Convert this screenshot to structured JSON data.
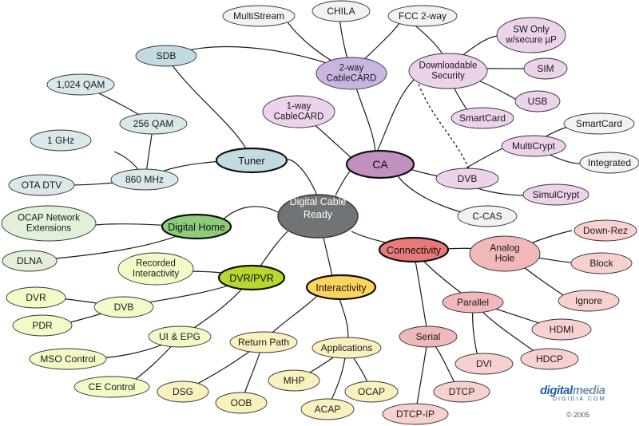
{
  "center": "Digital Cable Ready",
  "hubs": {
    "tuner": "Tuner",
    "ca": "CA",
    "digital_home": "Digital Home",
    "dvr_pvr": "DVR/PVR",
    "interactivity": "Interactivity",
    "connectivity": "Connectivity"
  },
  "nodes": {
    "multistream": "MultiStream",
    "chila": "CHILA",
    "fcc_2way": "FCC 2-way",
    "sw_only": "SW Only w/secure µP",
    "sdb": "SDB",
    "two_way_cablecard": "2-way CableCARD",
    "downloadable_security": "Downloadable Security",
    "sim": "SIM",
    "qam_1024": "1,024 QAM",
    "usb": "USB",
    "one_way_cablecard": "1-way CableCARD",
    "smartcard_top": "SmartCard",
    "qam_256": "256 QAM",
    "smartcard_right": "SmartCard",
    "ghz_1": "1 GHz",
    "multicrypt": "MultiCrypt",
    "integrated": "Integrated",
    "mhz_860": "860 MHz",
    "ota_dtv": "OTA DTV",
    "dvb_ca": "DVB",
    "simulcrypt": "SimulCrypt",
    "ocap_network": "OCAP Network Extensions",
    "c_cas": "C-CAS",
    "down_rez": "Down-Rez",
    "analog_hole": "Analog Hole",
    "dlna": "DLNA",
    "block": "Block",
    "recorded_interactivity": "Recorded Interactivity",
    "dvr": "DVR",
    "dvb_dvr": "DVB",
    "parallel": "Parallel",
    "ignore": "Ignore",
    "pdr": "PDR",
    "hdmi": "HDMI",
    "ui_epg": "UI & EPG",
    "return_path": "Return Path",
    "serial": "Serial",
    "applications": "Applications",
    "mso_control": "MSO Control",
    "hdcp": "HDCP",
    "dvi": "DVI",
    "mhp": "MHP",
    "ce_control": "CE Control",
    "dtcp": "DTCP",
    "dsg": "DSG",
    "ocap": "OCAP",
    "oob": "OOB",
    "acap": "ACAP",
    "dtcp_ip": "DTCP-IP"
  },
  "logo": {
    "main_a": "digital",
    "main_b": "media",
    "sub": "DIGIDIA.COM"
  },
  "copyright": "© 2005",
  "colors": {
    "center": "#707476",
    "tuner": "#c3dbe0",
    "ca": "#c090c0",
    "digital_home": "#8ccc7a",
    "dvr_pvr": "#b4d82e",
    "interactivity": "#ffd45e",
    "connectivity": "#ea7a7a",
    "sub_tuner": "#dbe8ea",
    "sub_ca": "#ecd2ea",
    "sub_ca_light": "#f2f2f2",
    "sub_home": "#e2f0d9",
    "sub_dvr": "#f4f9c8",
    "sub_interactivity": "#fbf0c0",
    "sub_connectivity": "#f7d0d0",
    "pink_mid": "#f0b8b8"
  }
}
